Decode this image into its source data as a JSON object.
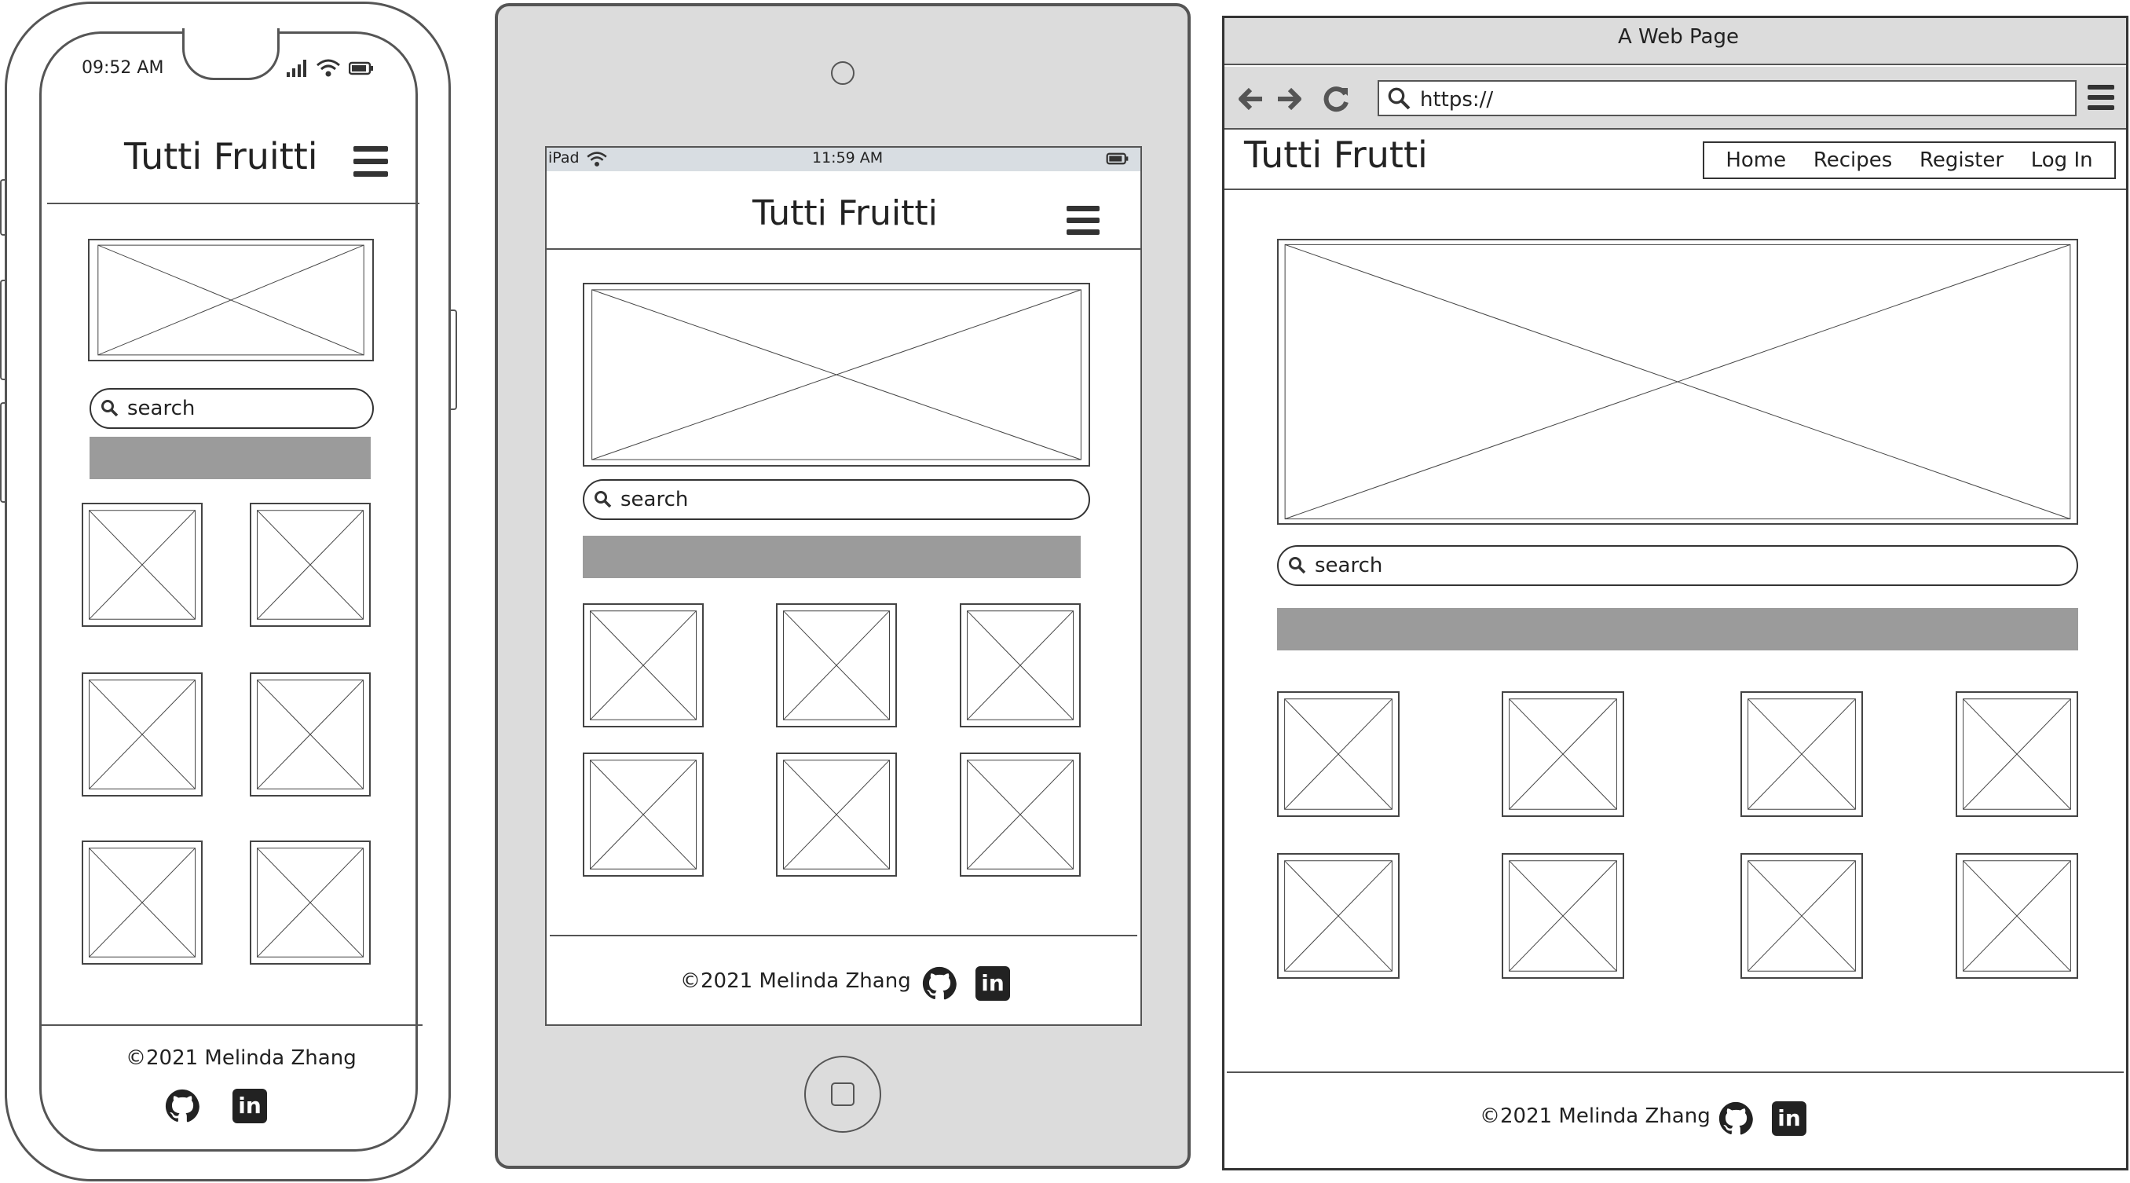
{
  "phone": {
    "time": "09:52 AM",
    "title": "Tutti Fruitti",
    "search_placeholder": "search",
    "footer_text": "©2021 Melinda Zhang"
  },
  "tablet": {
    "device_label": "iPad",
    "time": "11:59 AM",
    "title": "Tutti Fruitti",
    "search_placeholder": "search",
    "footer_text": "©2021 Melinda Zhang"
  },
  "browser": {
    "window_title": "A Web Page",
    "url": "https://",
    "site_title": "Tutti Frutti",
    "nav": [
      "Home",
      "Recipes",
      "Register",
      "Log In"
    ],
    "search_placeholder": "search",
    "footer_text": "©2021 Melinda Zhang"
  },
  "icons": {
    "github": "github-icon",
    "linkedin": "linkedin-icon",
    "linkedin_glyph": "in",
    "menu": "hamburger-menu-icon",
    "search": "search-icon"
  },
  "colors": {
    "device_fill": "#dcdcdc",
    "placeholder_bar": "#9b9b9b",
    "status_bar": "#d8dde2"
  }
}
